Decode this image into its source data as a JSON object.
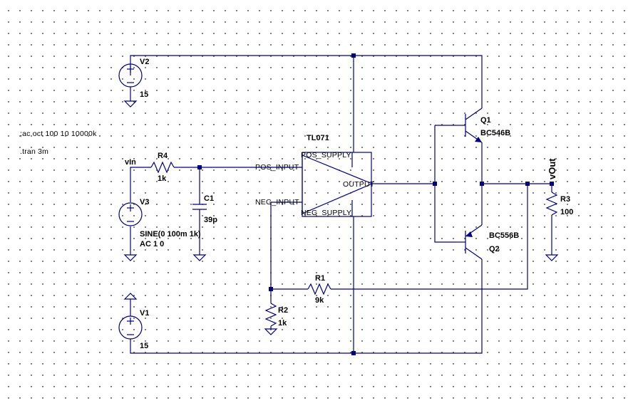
{
  "directives": {
    "ac": ";ac oct 100 10 10000k",
    "tran": ".tran 3m"
  },
  "components": {
    "v1": {
      "name": "V1",
      "value": "15"
    },
    "v2": {
      "name": "V2",
      "value": "15"
    },
    "v3": {
      "name": "V3",
      "value": "SINE(0 100m 1k)",
      "value2": "AC 1 0"
    },
    "r1": {
      "name": "R1",
      "value": "9k"
    },
    "r2": {
      "name": "R2",
      "value": "1k"
    },
    "r3": {
      "name": "R3",
      "value": "100"
    },
    "r4": {
      "name": "R4",
      "value": "1k"
    },
    "c1": {
      "name": "C1",
      "value": "39p"
    },
    "q1": {
      "name": "Q1",
      "value": "BC546B"
    },
    "q2": {
      "name": "Q2",
      "value": "BC556B"
    },
    "u1": {
      "name": "TL071",
      "pins": {
        "pos_input": "POS_INPUT",
        "neg_input": "NEG_INPUT",
        "pos_supply": "POS_SUPPLY",
        "neg_supply": "NEG_SUPPLY",
        "output": "OUTPUT"
      }
    }
  },
  "nets": {
    "vin": "vIn",
    "vout": "vOut"
  },
  "colors": {
    "wire": "#00007f",
    "background": "#ffffff",
    "grid_dot": "#555555",
    "text": "#000000"
  }
}
